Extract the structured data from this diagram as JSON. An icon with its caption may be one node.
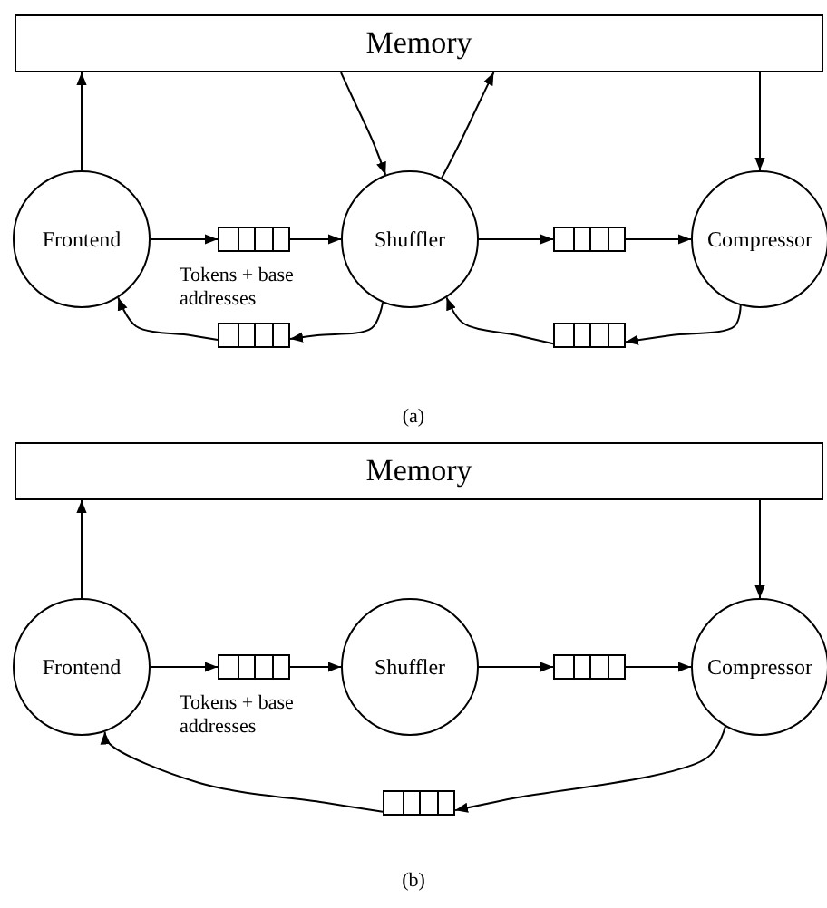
{
  "diagram": {
    "nodes": [
      {
        "text": [
          "Memory"
        ]
      },
      {
        "text": [
          "Frontend"
        ]
      },
      {
        "text": [
          "Shuffler"
        ]
      },
      {
        "text": [
          "Compressor"
        ]
      },
      {
        "text": [],
        "shape": "box"
      },
      {
        "text": [],
        "shape": "box"
      },
      {
        "text": [],
        "shape": "box"
      },
      {
        "text": [],
        "shape": "box"
      },
      {
        "text": [
          "Memory"
        ]
      },
      {
        "text": [
          "Frontend"
        ]
      },
      {
        "text": [
          "Shuffler"
        ]
      },
      {
        "text": [
          "Compressor"
        ]
      },
      {
        "text": [],
        "shape": "box"
      },
      {
        "text": [],
        "shape": "box"
      },
      {
        "text": [],
        "shape": "box"
      }
    ],
    "edges": [
      {
        "from": 1,
        "to": 0,
        "arrow": "to"
      },
      {
        "from": 0,
        "to": 2,
        "arrow": "to"
      },
      {
        "from": 2,
        "to": 0,
        "arrow": "to"
      },
      {
        "from": 0,
        "to": 3,
        "arrow": "to"
      },
      {
        "from": 1,
        "to": 4,
        "arrow": "to"
      },
      {
        "from": 4,
        "to": 2,
        "arrow": "to"
      },
      {
        "from": 2,
        "to": 5,
        "arrow": "to"
      },
      {
        "from": 5,
        "to": 3,
        "arrow": "to"
      },
      {
        "from": 2,
        "to": 6,
        "arrow": "to"
      },
      {
        "from": 6,
        "to": 1,
        "arrow": "to"
      },
      {
        "from": 3,
        "to": 7,
        "arrow": "to"
      },
      {
        "from": 7,
        "to": 2,
        "arrow": "to"
      },
      {
        "from": 9,
        "to": 8,
        "arrow": "to"
      },
      {
        "from": 8,
        "to": 11,
        "arrow": "to"
      },
      {
        "from": 9,
        "to": 12,
        "arrow": "to"
      },
      {
        "from": 12,
        "to": 10,
        "arrow": "to"
      },
      {
        "from": 10,
        "to": 13,
        "arrow": "to"
      },
      {
        "from": 13,
        "to": 11,
        "arrow": "to"
      },
      {
        "from": 11,
        "to": 14,
        "arrow": "to"
      },
      {
        "from": 14,
        "to": 9,
        "arrow": "to"
      }
    ],
    "labels": [
      "Tokens + base addresses",
      "(a)",
      "Tokens + base addresses",
      "(b)"
    ]
  }
}
